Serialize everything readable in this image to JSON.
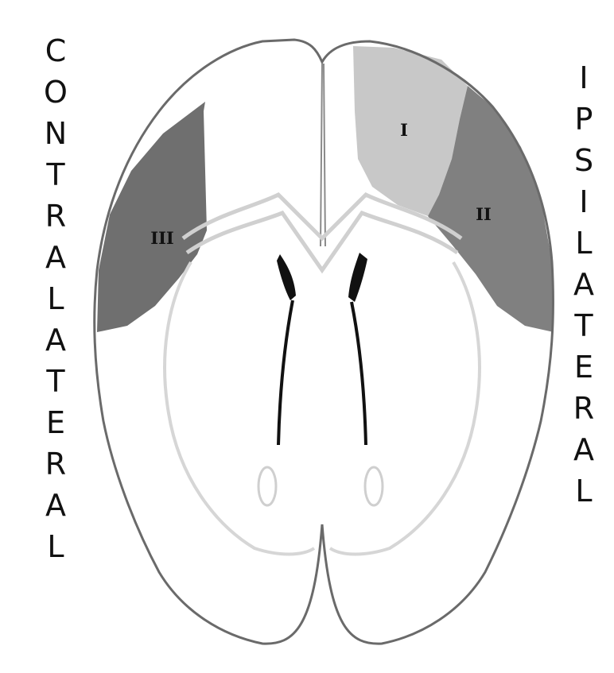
{
  "labels": {
    "contralateral": "CONTRALATERAL",
    "ipsilateral": "IPSILATERAL"
  },
  "regions": [
    {
      "id": "I",
      "label": "I",
      "fill": "#c8c8c8"
    },
    {
      "id": "II",
      "label": "II",
      "fill": "#7f7f7f"
    },
    {
      "id": "III",
      "label": "III",
      "fill": "#6f6f6f"
    }
  ],
  "colors": {
    "outline": "#6a6a6a",
    "inner_line": "#cfcfcf",
    "ventricle": "#111111"
  }
}
